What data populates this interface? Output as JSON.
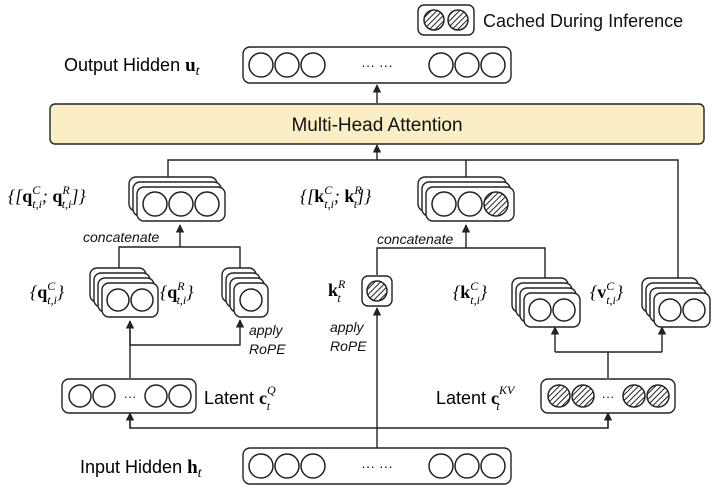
{
  "legend": {
    "label": "Cached During Inference",
    "icon": "hatched-circles-icon"
  },
  "output": {
    "label_prefix": "Output Hidden ",
    "symbol": "u",
    "subscript": "t"
  },
  "attention": {
    "label": "Multi-Head Attention",
    "fill_color": "#fbeec5",
    "stroke_color": "#222222"
  },
  "query_concat": {
    "open": "{[",
    "q": "q",
    "sup1": "C",
    "sub1": "t,i",
    "sep": "; ",
    "sup2": "R",
    "sub2": "t,i",
    "close": "]}"
  },
  "key_concat": {
    "open": "{[",
    "k": "k",
    "sup1": "C",
    "sub1": "t,i",
    "sep": "; ",
    "sup2": "R",
    "sub2": "t",
    "close": "]}"
  },
  "concatenate_label": "concatenate",
  "query_compressed": {
    "open": "{",
    "symbol": "q",
    "sup": "C",
    "sub": "t,i",
    "close": "}"
  },
  "query_rope": {
    "open": "{",
    "symbol": "q",
    "sup": "R",
    "sub": "t,i",
    "close": "}"
  },
  "key_rope": {
    "symbol": "k",
    "sup": "R",
    "sub": "t"
  },
  "key_compressed": {
    "open": "{",
    "symbol": "k",
    "sup": "C",
    "sub": "t,i",
    "close": "}"
  },
  "value_compressed": {
    "open": "{",
    "symbol": "v",
    "sup": "C",
    "sub": "t,i",
    "close": "}"
  },
  "apply_rope": {
    "line1": "apply",
    "line2": "RoPE"
  },
  "latent_q": {
    "label_prefix": "Latent ",
    "symbol": "c",
    "sup": "Q",
    "sub": "t"
  },
  "latent_kv": {
    "label_prefix": "Latent ",
    "symbol": "c",
    "sup": "KV",
    "sub": "t"
  },
  "input": {
    "label_prefix": "Input Hidden ",
    "symbol": "h",
    "subscript": "t"
  },
  "ellipsis": "···",
  "wide_ellipsis": "··· ···"
}
